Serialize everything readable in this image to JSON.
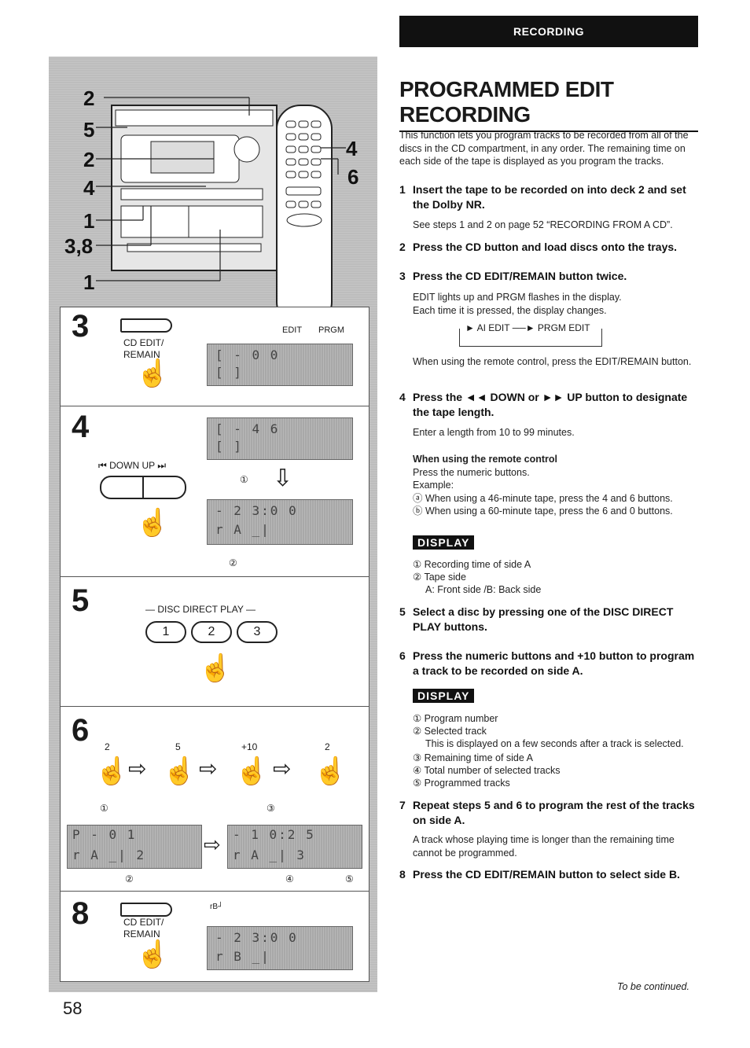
{
  "header": {
    "section": "RECORDING"
  },
  "title": "PROGRAMMED EDIT RECORDING",
  "intro": "This function lets you program tracks to be recorded from all of the discs in the CD compartment, in any order.  The remaining time on each side of the tape is displayed as you program the tracks.",
  "steps": [
    {
      "n": "1",
      "heading": "Insert the tape to be recorded on into deck 2 and set the Dolby NR.",
      "body": "See steps 1 and 2 on page 52 “RECORDING FROM A CD”."
    },
    {
      "n": "2",
      "heading": "Press the CD button and load discs onto the trays."
    },
    {
      "n": "3",
      "heading": "Press the CD EDIT/REMAIN button twice.",
      "body": "EDIT lights up and PRGM flashes in the display.\nEach time it is pressed, the display changes.",
      "cycle_a": "AI EDIT",
      "cycle_b": "PRGM EDIT",
      "remote_note": "When using the remote control, press the EDIT/REMAIN button."
    },
    {
      "n": "4",
      "heading": "Press the ◄◄ DOWN or ►► UP button to designate the tape length.",
      "body": "Enter a length from 10 to 99 minutes.",
      "remote_head": "When using the remote control",
      "remote_body": "Press the numeric buttons.",
      "example": "Example:",
      "ex_a": "ⓐ When using a 46-minute tape, press the 4 and 6 buttons.",
      "ex_b": "ⓑ When using a 60-minute tape, press the 6 and 0 buttons."
    },
    {
      "n": "5",
      "heading": "Select a disc by pressing one of the DISC DIRECT PLAY buttons."
    },
    {
      "n": "6",
      "heading": "Press the numeric buttons and +10 button to program a track to be recorded on side A."
    },
    {
      "n": "7",
      "heading": "Repeat steps 5  and 6 to program the rest of the tracks on side A.",
      "body": "A track whose playing time is longer than the remaining time cannot be programmed."
    },
    {
      "n": "8",
      "heading": "Press the CD EDIT/REMAIN button to select side B."
    }
  ],
  "display_label": "DISPLAY",
  "display_1": [
    "① Recording time of side A",
    "② Tape side",
    "A: Front side /B: Back side"
  ],
  "display_2": [
    "① Program number",
    "② Selected track",
    "This is displayed on a few seconds after a track is selected.",
    "③ Remaining time of side A",
    "④ Total number of selected tracks",
    "⑤ Programmed tracks"
  ],
  "continued": "To be continued.",
  "page_number": "58",
  "figure": {
    "callouts": [
      "2",
      "5",
      "2",
      "4",
      "1",
      "3,8",
      "1",
      "4",
      "6"
    ],
    "step3": {
      "num": "3",
      "button": "CD EDIT/\nREMAIN",
      "edit": "EDIT",
      "prgm": "PRGM",
      "lcd_top": "[ - 0 0",
      "lcd_bottom": "[ ]"
    },
    "step4": {
      "num": "4",
      "buttons": "⏮ DOWN   UP ⏭",
      "lcd1_top": "[ - 4 6",
      "lcd1_bottom": "[ ]",
      "lcd2_top": "- 2 3:0 0",
      "lcd2_bottom": "r A _|",
      "mark1": "①",
      "mark2": "②"
    },
    "step5": {
      "num": "5",
      "label": "— DISC DIRECT PLAY —",
      "disc": [
        "1",
        "2",
        "3"
      ]
    },
    "step6": {
      "num": "6",
      "keys": [
        "2",
        "5",
        "+10",
        "2"
      ],
      "lcd1_top": "P - 0 1",
      "lcd1_bottom": "r A _| 2",
      "lcd2_top": "- 1 0:2 5",
      "lcd2_bottom": "r A _| 3",
      "m1": "①",
      "m2": "②",
      "m3": "③",
      "m4": "④",
      "m5": "⑤"
    },
    "step8": {
      "num": "8",
      "button": "CD EDIT/\nREMAIN",
      "side": "rB┘",
      "lcd_top": "- 2 3:0 0",
      "lcd_bottom": "r B _|"
    }
  }
}
